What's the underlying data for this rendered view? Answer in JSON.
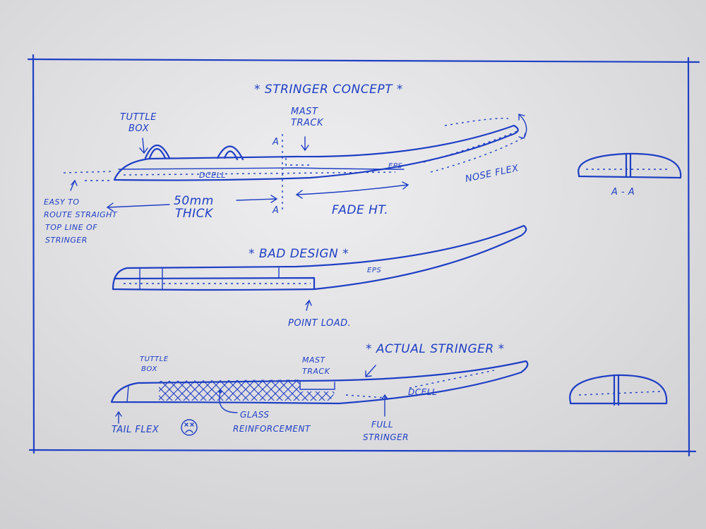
{
  "ink_color": "#1f3fc4",
  "paper_color": "#e4e4e6",
  "concept": {
    "title": "* STRINGER CONCEPT *",
    "tuttle_box": [
      "TUTTLE",
      "BOX"
    ],
    "mast_track": [
      "MAST",
      "TRACK"
    ],
    "section_mark": "A",
    "eps": "EPS",
    "dcell": "DCELL",
    "nose_flex": "NOSE FLEX",
    "easy_note": [
      "EASY TO",
      "ROUTE STRAIGHT",
      "TOP LINE OF",
      "STRINGER"
    ],
    "thickness": [
      "50mm",
      "THICK"
    ],
    "fade": "FADE HT.",
    "section_label": "A - A"
  },
  "bad": {
    "title": "* BAD DESIGN *",
    "eps": "EPS",
    "point_load": "POINT LOAD."
  },
  "actual": {
    "title": "* ACTUAL STRINGER *",
    "tuttle_box": [
      "TUTTLE",
      "BOX"
    ],
    "mast_track": [
      "MAST",
      "TRACK"
    ],
    "dcell": "DCELL",
    "tail_flex": "TAIL FLEX",
    "glass": [
      "GLASS",
      "REINFORCEMENT"
    ],
    "full_stringer": [
      "FULL",
      "STRINGER"
    ]
  }
}
